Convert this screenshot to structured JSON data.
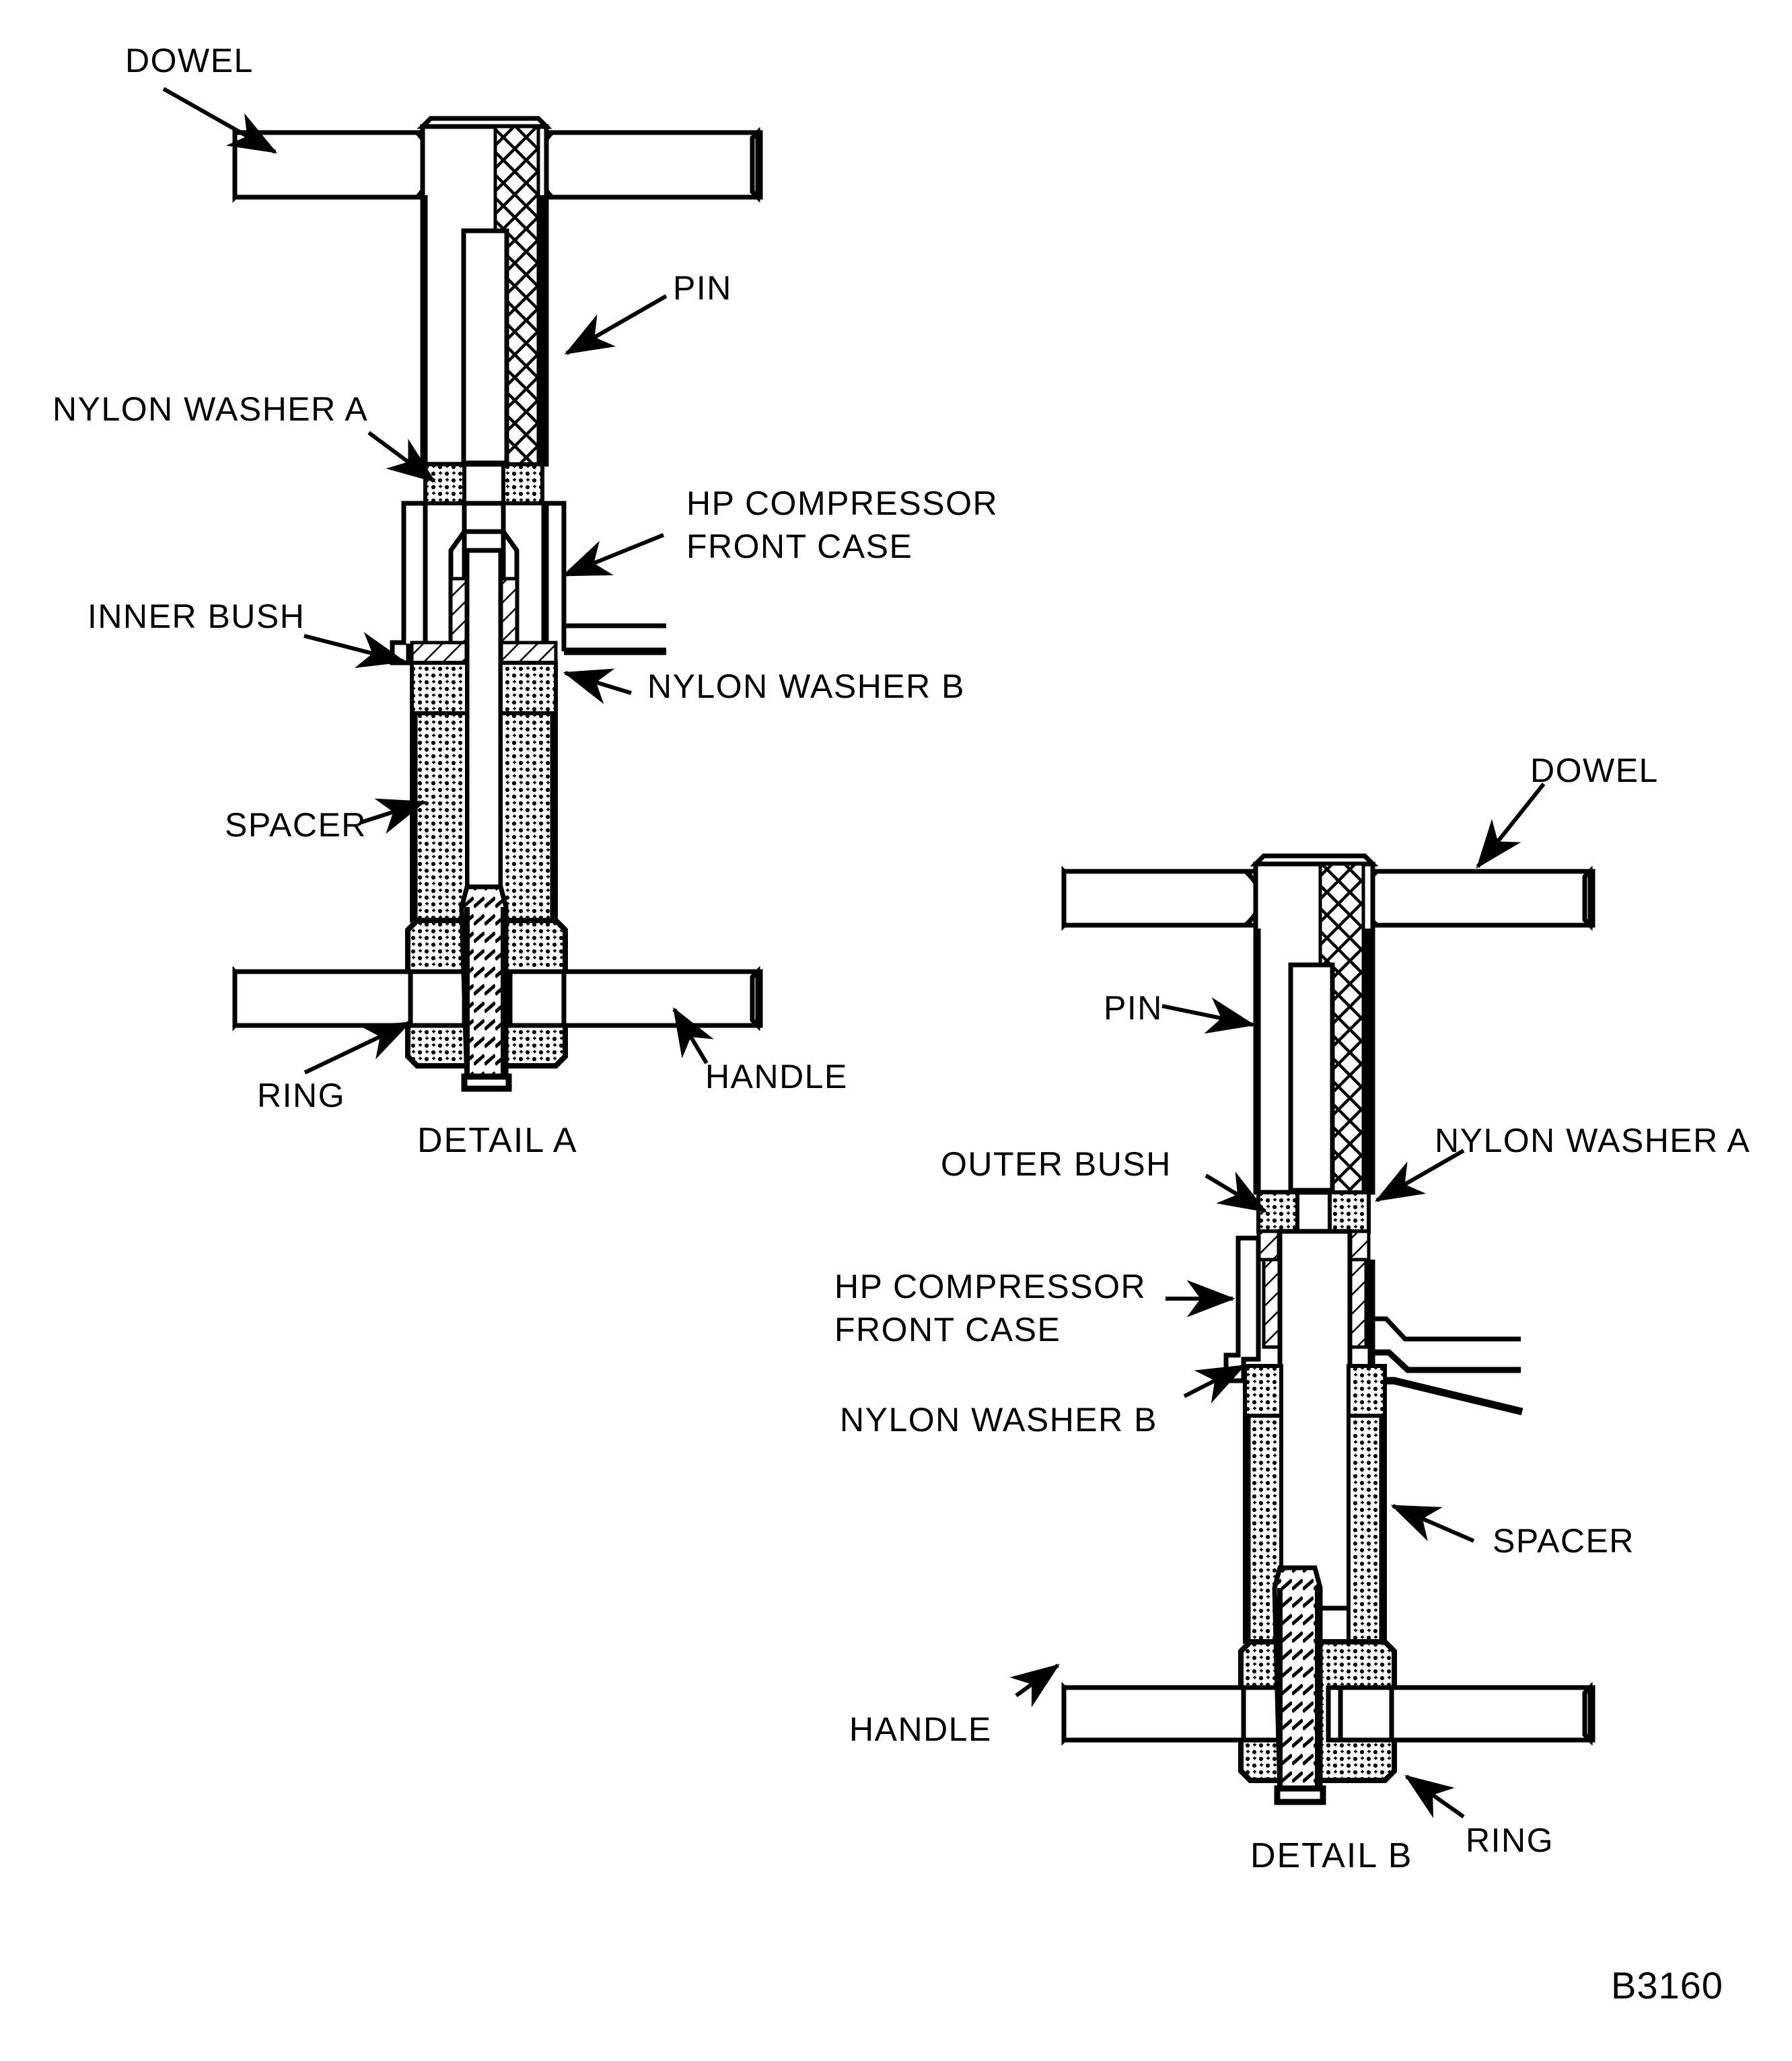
{
  "figure": {
    "id": "B3160",
    "background_color": "#ffffff",
    "line_color": "#000000"
  },
  "details": [
    {
      "key": "detail_a",
      "caption": "DETAIL A",
      "callouts": [
        {
          "name": "dowel",
          "text": "DOWEL"
        },
        {
          "name": "pin",
          "text": "PIN"
        },
        {
          "name": "nylon-washer-a",
          "text": "NYLON WASHER A"
        },
        {
          "name": "hp-case-line1",
          "text": "HP COMPRESSOR"
        },
        {
          "name": "hp-case-line2",
          "text": "FRONT CASE"
        },
        {
          "name": "inner-bush",
          "text": "INNER BUSH"
        },
        {
          "name": "nylon-washer-b",
          "text": "NYLON WASHER B"
        },
        {
          "name": "spacer",
          "text": "SPACER"
        },
        {
          "name": "ring",
          "text": "RING"
        },
        {
          "name": "handle",
          "text": "HANDLE"
        }
      ]
    },
    {
      "key": "detail_b",
      "caption": "DETAIL B",
      "callouts": [
        {
          "name": "dowel",
          "text": "DOWEL"
        },
        {
          "name": "pin",
          "text": "PIN"
        },
        {
          "name": "outer-bush",
          "text": "OUTER BUSH"
        },
        {
          "name": "nylon-washer-a",
          "text": "NYLON WASHER A"
        },
        {
          "name": "hp-case-line1",
          "text": "HP COMPRESSOR"
        },
        {
          "name": "hp-case-line2",
          "text": "FRONT CASE"
        },
        {
          "name": "nylon-washer-b",
          "text": "NYLON WASHER B"
        },
        {
          "name": "spacer",
          "text": "SPACER"
        },
        {
          "name": "handle",
          "text": "HANDLE"
        },
        {
          "name": "ring",
          "text": "RING"
        }
      ]
    }
  ],
  "labels": {
    "a_dowel": "DOWEL",
    "a_pin": "PIN",
    "a_nylon_washer_a": "NYLON WASHER A",
    "a_hp_line1": "HP COMPRESSOR",
    "a_hp_line2": "FRONT CASE",
    "a_inner_bush": "INNER BUSH",
    "a_nylon_washer_b": "NYLON WASHER B",
    "a_spacer": "SPACER",
    "a_ring": "RING",
    "a_handle": "HANDLE",
    "a_caption": "DETAIL A",
    "b_dowel": "DOWEL",
    "b_pin": "PIN",
    "b_outer_bush": "OUTER BUSH",
    "b_nylon_washer_a": "NYLON WASHER A",
    "b_hp_line1": "HP COMPRESSOR",
    "b_hp_line2": "FRONT CASE",
    "b_nylon_washer_b": "NYLON WASHER B",
    "b_spacer": "SPACER",
    "b_handle": "HANDLE",
    "b_ring": "RING",
    "b_caption": "DETAIL B",
    "figure_id": "B3160"
  }
}
